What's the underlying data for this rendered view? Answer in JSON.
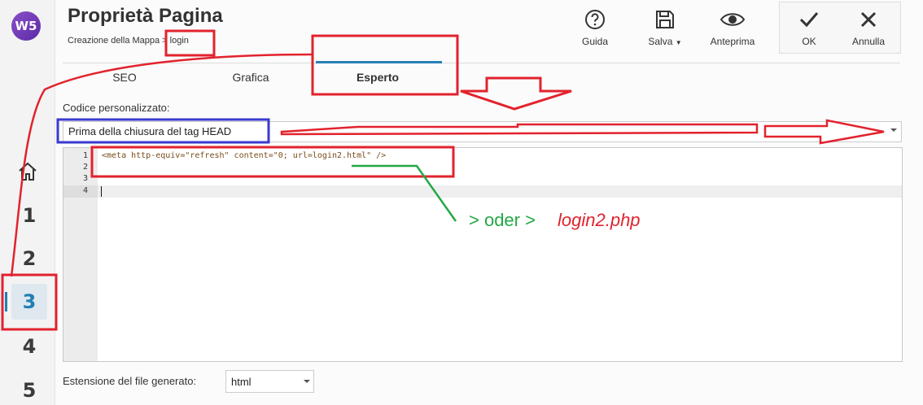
{
  "app": {
    "logo_text": "W5"
  },
  "header": {
    "title": "Proprietà Pagina",
    "breadcrumb": "Creazione della Mappa > login"
  },
  "toolbar": {
    "help_label": "Guida",
    "save_label": "Salva",
    "preview_label": "Anteprima",
    "ok_label": "OK",
    "cancel_label": "Annulla"
  },
  "tabs": [
    {
      "label": "SEO"
    },
    {
      "label": "Grafica"
    },
    {
      "label": "Esperto"
    }
  ],
  "steps": [
    "1",
    "2",
    "3",
    "4",
    "5"
  ],
  "custom_code": {
    "label": "Codice personalizzato:",
    "position_value": "Prima della chiusura del tag HEAD",
    "line_numbers": [
      "1",
      "2",
      "3",
      "4"
    ],
    "line1": "<meta http-equiv=\"refresh\" content=\"0; url=login2.html\" />"
  },
  "file_ext": {
    "label": "Estensione del file generato:",
    "value": "html"
  },
  "annotation": {
    "green_text": "> oder >",
    "red_text": "login2.php"
  },
  "colors": {
    "accent": "#2a7fb6",
    "annotation_red": "#e2222d",
    "annotation_green": "#24a845",
    "annotation_blue": "#3a3ad0"
  }
}
